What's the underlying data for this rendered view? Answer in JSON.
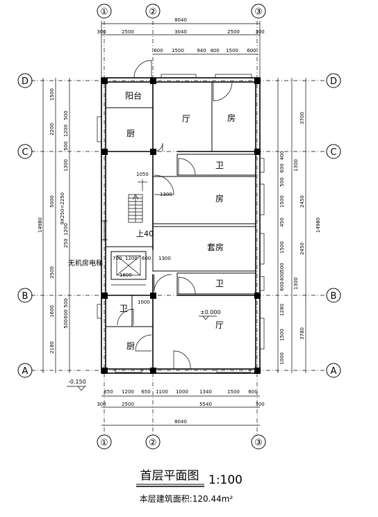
{
  "axes": {
    "top": [
      "①",
      "②",
      "③"
    ],
    "bottom": [
      "①",
      "②",
      "③"
    ],
    "left": [
      "D",
      "C",
      "B",
      "A"
    ],
    "right": [
      "D",
      "C",
      "B",
      "A"
    ]
  },
  "rooms": {
    "balcony": "阳台",
    "hall_top": "厅",
    "room_top": "房",
    "kitchen_top": "厨",
    "bath1": "卫",
    "room_mid": "房",
    "suite": "套房",
    "bath2": "卫",
    "bath3": "卫",
    "hall_bottom": "厅",
    "kitchen_bottom": "厨"
  },
  "labels": {
    "elevator": "无机房电梯",
    "stair_up": "上40",
    "floor_level": "±0.000",
    "ground_level": "-0.150",
    "stair_width": "1050",
    "stair_rise": "9X250=2250",
    "landing": "1300",
    "landing2": "1300",
    "elev_1600": "1600",
    "w1000": "1000"
  },
  "dims": {
    "top_total": "8040",
    "top_row": [
      "300",
      "2500",
      "3040",
      "2500",
      "300"
    ],
    "top_sub": [
      "600",
      "1500",
      "940",
      "400",
      "1500",
      "600"
    ],
    "bottom_total": "8040",
    "bottom_row": [
      "300",
      "2500",
      "5540",
      "300"
    ],
    "bottom_sub": [
      "650",
      "1200",
      "650",
      "1100",
      "1000",
      "1340",
      "1500",
      "600"
    ],
    "left_total": "14980",
    "left_mid": [
      "1500",
      "2200",
      "5000",
      "2500",
      "1600",
      "2180"
    ],
    "left_sub": [
      "500",
      "1200",
      "500",
      "1300",
      "1200",
      "250",
      "500",
      "600",
      "500"
    ],
    "right_total": "14980",
    "right_mid": [
      "3700",
      "2450",
      "2450",
      "3780"
    ],
    "right_sub": [
      "400",
      "600",
      "1300",
      "500",
      "1500",
      "450",
      "1500",
      "500",
      "400",
      "600",
      "1300",
      "1280",
      "1500",
      "1000"
    ],
    "elev": [
      "700",
      "1200",
      "600"
    ]
  },
  "title": {
    "name": "首层平面图",
    "scale": "1:100",
    "area": "本层建筑面积:120.44m²"
  }
}
